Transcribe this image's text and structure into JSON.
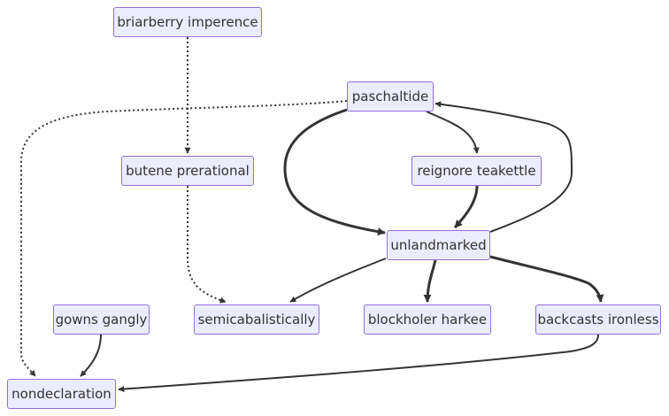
{
  "diagram": {
    "nodes": {
      "briarberry": "briarberry imperence",
      "paschaltide": "paschaltide",
      "butene": "butene prerational",
      "reignore": "reignore teakettle",
      "unlandmarked": "unlandmarked",
      "gowns": "gowns gangly",
      "semicabal": "semicabalistically",
      "blockholer": "blockholer harkee",
      "backcasts": "backcasts ironless",
      "nondeclaration": "nondeclaration"
    },
    "edges": [
      {
        "from": "briarberry",
        "to": "butene",
        "style": "dotted"
      },
      {
        "from": "paschaltide",
        "to": "nondeclaration",
        "style": "dotted"
      },
      {
        "from": "paschaltide",
        "to": "unlandmarked",
        "style": "thick"
      },
      {
        "from": "paschaltide",
        "to": "reignore",
        "style": "normal"
      },
      {
        "from": "reignore",
        "to": "unlandmarked",
        "style": "thick"
      },
      {
        "from": "unlandmarked",
        "to": "paschaltide",
        "style": "normal"
      },
      {
        "from": "butene",
        "to": "semicabal",
        "style": "dotted"
      },
      {
        "from": "unlandmarked",
        "to": "semicabal",
        "style": "normal"
      },
      {
        "from": "unlandmarked",
        "to": "blockholer",
        "style": "thick"
      },
      {
        "from": "unlandmarked",
        "to": "backcasts",
        "style": "thick"
      },
      {
        "from": "gowns",
        "to": "nondeclaration",
        "style": "normal"
      },
      {
        "from": "backcasts",
        "to": "nondeclaration",
        "style": "normal"
      }
    ]
  }
}
